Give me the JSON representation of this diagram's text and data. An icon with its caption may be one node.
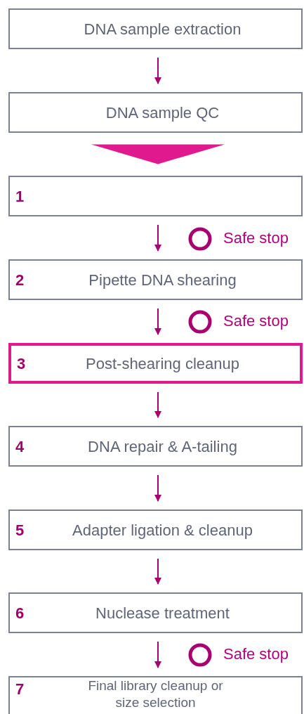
{
  "diagram": {
    "nodes": [
      {
        "text": [
          "DNA sample extraction"
        ]
      },
      {
        "text": [
          "DNA sample QC"
        ]
      },
      {
        "text": [
          "1"
        ]
      },
      {
        "text": [
          "2",
          "Pipette DNA shearing"
        ]
      },
      {
        "text": [
          "3",
          "Post-shearing cleanup"
        ]
      },
      {
        "text": [
          "4",
          "DNA repair & A-tailing"
        ]
      },
      {
        "text": [
          "5",
          "Adapter ligation & cleanup"
        ]
      },
      {
        "text": [
          "6",
          "Nuclease treatment"
        ]
      },
      {
        "text": [
          "7",
          "Final library cleanup or size selection"
        ]
      }
    ],
    "edges": [
      {
        "from": 0,
        "to": 1,
        "arrow": "to"
      },
      {
        "from": 1,
        "to": 2,
        "arrow": "to",
        "style": "thick",
        "color": "#e0198f"
      },
      {
        "from": 2,
        "to": 3,
        "arrow": "to"
      },
      {
        "from": 3,
        "to": 4,
        "arrow": "to"
      },
      {
        "from": 4,
        "to": 5,
        "arrow": "to"
      },
      {
        "from": 5,
        "to": 6,
        "arrow": "to"
      },
      {
        "from": 6,
        "to": 7,
        "arrow": "to"
      },
      {
        "from": 7,
        "to": 8,
        "arrow": "to"
      }
    ],
    "labels": [
      "Safe stop",
      "Safe stop",
      "Safe stop"
    ]
  }
}
